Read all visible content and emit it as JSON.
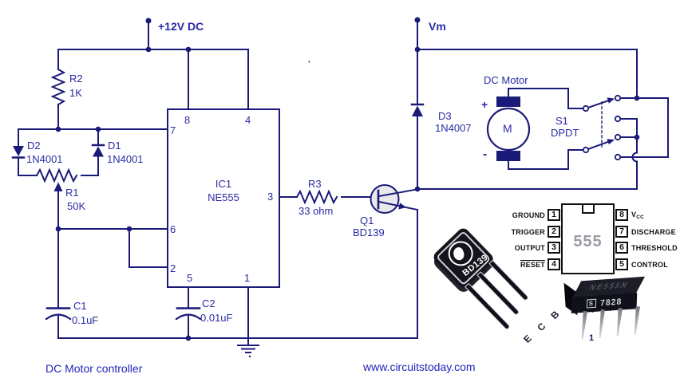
{
  "footer": {
    "caption": "DC Motor controller",
    "website": "www.circuitstoday.com"
  },
  "power_rails": {
    "supply": "+12V DC",
    "motor_supply": "Vm"
  },
  "schematic": {
    "r2": {
      "ref": "R2",
      "value": "1K"
    },
    "r1": {
      "ref": "R1",
      "value": "50K"
    },
    "r3": {
      "ref": "R3",
      "value": "33 ohm"
    },
    "d1": {
      "ref": "D1",
      "value": "1N4001"
    },
    "d2": {
      "ref": "D2",
      "value": "1N4001"
    },
    "d3": {
      "ref": "D3",
      "value": "1N4007"
    },
    "c1": {
      "ref": "C1",
      "value": "0.1uF"
    },
    "c2": {
      "ref": "C2",
      "value": "0.01uF"
    },
    "q1": {
      "ref": "Q1",
      "value": "BD139"
    },
    "ic1": {
      "ref": "IC1",
      "value": "NE555",
      "pins": {
        "p8": "8",
        "p4": "4",
        "p7": "7",
        "p6": "6",
        "p2": "2",
        "p5": "5",
        "p1": "1",
        "p3": "3"
      }
    },
    "motor": {
      "label": "DC Motor",
      "symbol": "M",
      "plus": "+",
      "minus": "-"
    },
    "s1": {
      "ref": "S1",
      "value": "DPDT"
    },
    "stray_mark": "'"
  },
  "pinout_diagram": {
    "chip": "555",
    "left_pins": [
      {
        "num": "1",
        "name": "GROUND"
      },
      {
        "num": "2",
        "name": "TRIGGER"
      },
      {
        "num": "3",
        "name": "OUTPUT"
      },
      {
        "num": "4",
        "name": "RESET"
      }
    ],
    "right_pins": [
      {
        "num": "8",
        "main": "V",
        "sub": "CC"
      },
      {
        "num": "7",
        "name": "DISCHARGE"
      },
      {
        "num": "6",
        "name": "THRESHOLD"
      },
      {
        "num": "5",
        "name": "CONTROL"
      }
    ]
  },
  "photos": {
    "transistor_marking": "BD139",
    "transistor_leads": [
      "E",
      "C",
      "B"
    ],
    "dip_top_marking": "NE555N",
    "dip_logo": "S",
    "dip_front_marking": "7828",
    "dip_pin1_label": "1"
  },
  "colors": {
    "wire": "#1a1a78",
    "label": "#2b2ba6",
    "footer": "#2424bb",
    "ink": "#111111"
  }
}
